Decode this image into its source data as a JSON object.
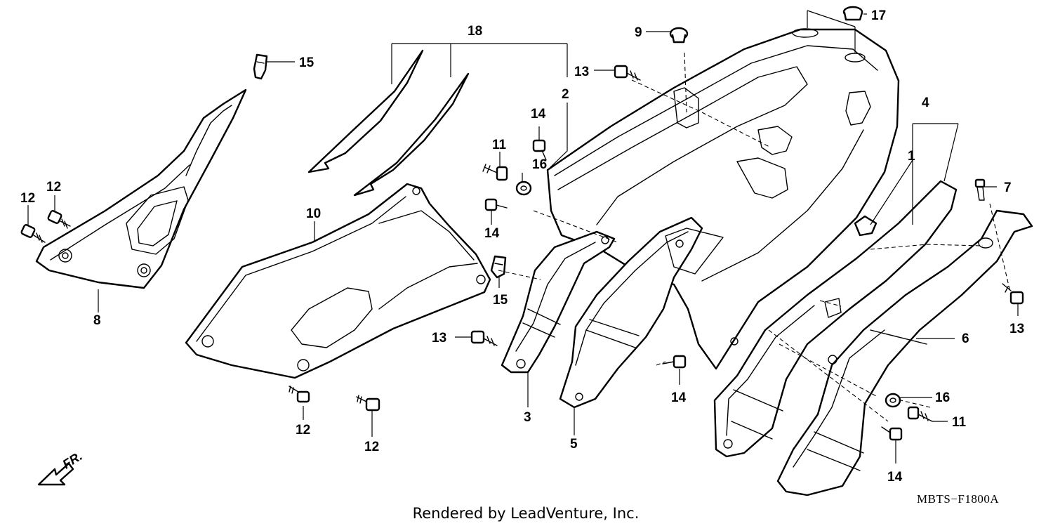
{
  "diagram": {
    "callouts": [
      {
        "id": "c18",
        "label": "18"
      },
      {
        "id": "c15a",
        "label": "15"
      },
      {
        "id": "c12a",
        "label": "12"
      },
      {
        "id": "c12b",
        "label": "12"
      },
      {
        "id": "c8",
        "label": "8"
      },
      {
        "id": "c10",
        "label": "10"
      },
      {
        "id": "c12c",
        "label": "12"
      },
      {
        "id": "c12d",
        "label": "12"
      },
      {
        "id": "c11a",
        "label": "11"
      },
      {
        "id": "c16a",
        "label": "16"
      },
      {
        "id": "c14a",
        "label": "14"
      },
      {
        "id": "c14b",
        "label": "14"
      },
      {
        "id": "c15b",
        "label": "15"
      },
      {
        "id": "c13a",
        "label": "13"
      },
      {
        "id": "c3",
        "label": "3"
      },
      {
        "id": "c5",
        "label": "5"
      },
      {
        "id": "c2",
        "label": "2"
      },
      {
        "id": "c9",
        "label": "9"
      },
      {
        "id": "c13b",
        "label": "13"
      },
      {
        "id": "c17",
        "label": "17"
      },
      {
        "id": "c14c",
        "label": "14"
      },
      {
        "id": "c4",
        "label": "4"
      },
      {
        "id": "c1",
        "label": "1"
      },
      {
        "id": "c7",
        "label": "7"
      },
      {
        "id": "c13c",
        "label": "13"
      },
      {
        "id": "c6",
        "label": "6"
      },
      {
        "id": "c16b",
        "label": "16"
      },
      {
        "id": "c11b",
        "label": "11"
      },
      {
        "id": "c14d",
        "label": "14"
      }
    ],
    "front_indicator": "FR.",
    "diagram_code": "MBTS−F1800A",
    "credit": "Rendered by LeadVenture, Inc."
  }
}
